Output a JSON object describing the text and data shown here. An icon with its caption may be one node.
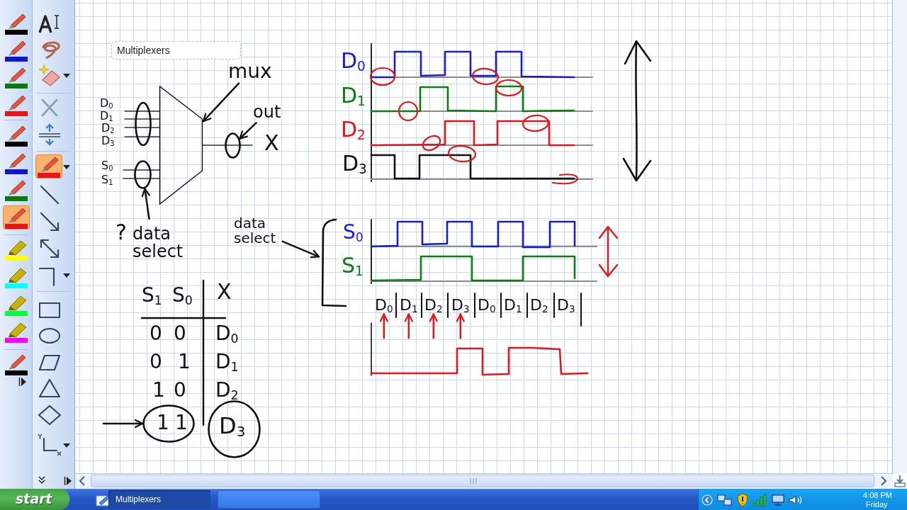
{
  "diagram": {
    "title": "Multiplexers",
    "nodes": [
      {
        "text": [
          "mux"
        ]
      },
      {
        "text": [],
        "shape": "trapezoid"
      },
      {
        "text": [
          "out"
        ]
      },
      {
        "text": [],
        "shape": "circle"
      },
      {
        "text": [],
        "shape": "ellipse"
      },
      {
        "text": [
          "?",
          "data select"
        ]
      },
      {
        "text": [
          "data select"
        ]
      },
      {
        "text": [],
        "shape": "bracket"
      },
      {
        "text": [
          "D$_{0}$"
        ]
      },
      {
        "text": [
          "D$_{1}$"
        ]
      },
      {
        "text": [
          "D$_{2}$"
        ]
      },
      {
        "text": [
          "D$_{3}$"
        ]
      },
      {
        "text": [
          "1",
          "1"
        ]
      },
      {
        "text": [
          "D$_{3}$"
        ]
      }
    ],
    "edges": [
      {
        "from": 0,
        "to": 1,
        "arrow": "to"
      },
      {
        "from": 2,
        "to": 3,
        "arrow": "to"
      },
      {
        "from": 5,
        "to": 4,
        "arrow": "to"
      },
      {
        "from": 6,
        "to": 7,
        "arrow": "to"
      },
      {
        "from": null,
        "to": 8,
        "arrow": "to",
        "color": "#e3161c"
      },
      {
        "from": null,
        "to": 9,
        "arrow": "to",
        "color": "#e3161c"
      },
      {
        "from": null,
        "to": 10,
        "arrow": "to",
        "color": "#e3161c"
      },
      {
        "from": null,
        "to": 11,
        "arrow": "to",
        "color": "#e3161c"
      },
      {
        "from": null,
        "to": 12,
        "arrow": "to"
      }
    ],
    "labels": [
      "D$_{0}$",
      "D$_{1}$",
      "D$_{2}$",
      "D$_{3}$",
      "S$_{0}$",
      "S$_{1}$",
      "X",
      "D$_{0}$",
      "D$_{1}$",
      "D$_{2}$",
      "D$_{3}$",
      "S$_{0}$",
      "S$_{1}$",
      "D$_{0}$",
      "D$_{1}$",
      "D$_{2}$",
      "D$_{3}$",
      "S$_{1}$",
      "S$_{0}$",
      "X",
      "0",
      "0",
      "D$_{0}$",
      "0",
      "1",
      "D$_{1}$",
      "1",
      "0",
      "D$_{2}$",
      "start",
      "Multiplexers",
      "4:08 PM",
      "Friday"
    ]
  }
}
